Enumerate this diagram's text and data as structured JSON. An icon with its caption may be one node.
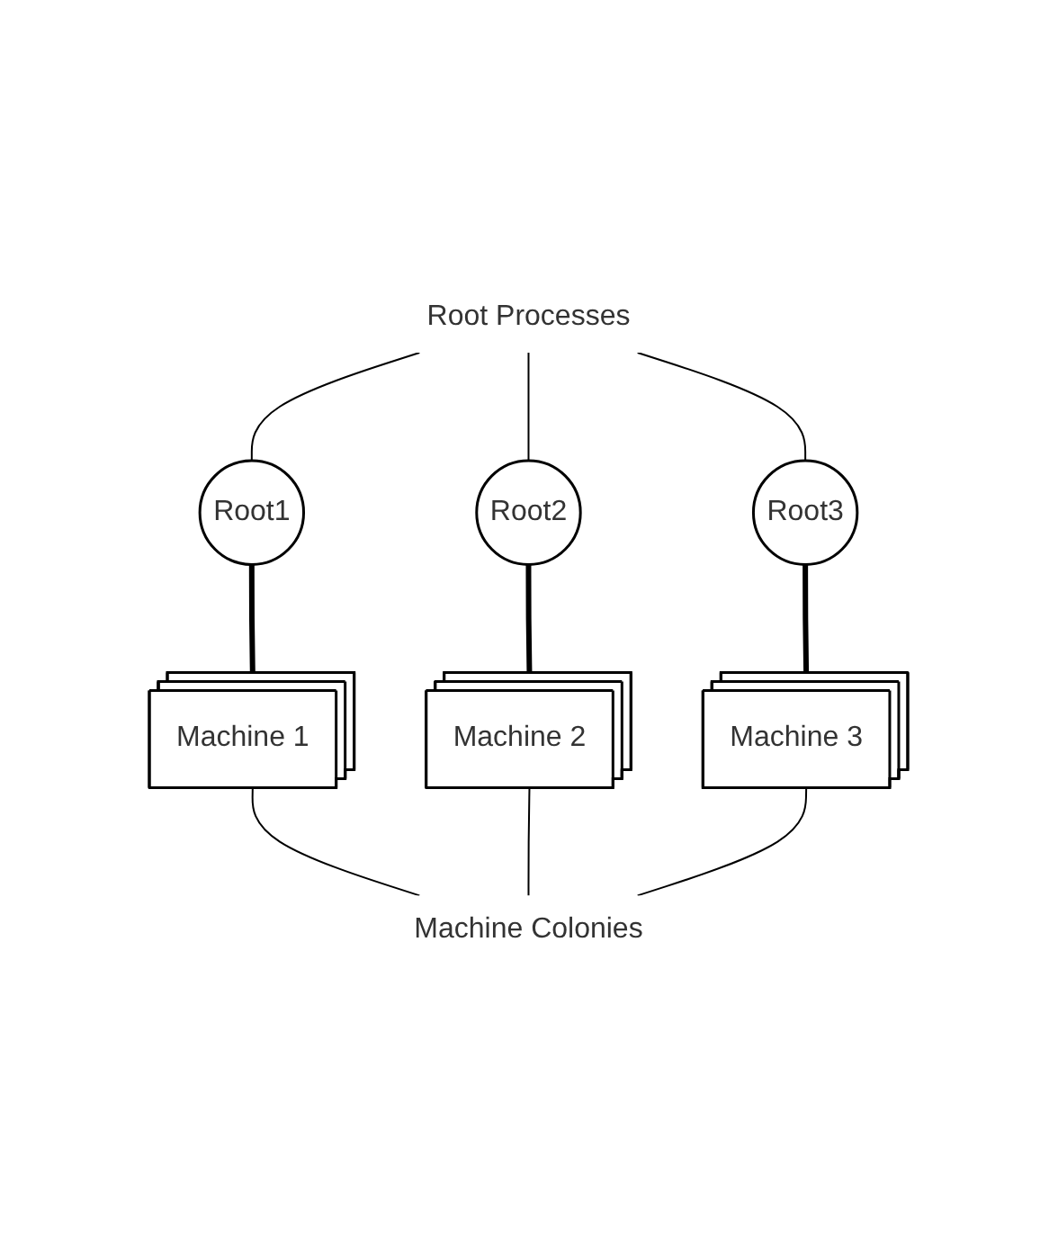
{
  "diagram": {
    "nodes": [
      {
        "text": [
          "Root Processes"
        ]
      },
      {
        "text": [
          "Root1"
        ]
      },
      {
        "text": [
          "Root2"
        ]
      },
      {
        "text": [
          "Root3"
        ]
      },
      {
        "text": [
          "Machine 1"
        ]
      },
      {
        "text": [
          "Machine 2"
        ]
      },
      {
        "text": [
          "Machine 3"
        ]
      },
      {
        "text": [
          "Machine Colonies"
        ]
      }
    ],
    "edges": [
      {
        "from": 0,
        "to": 1,
        "arrow": "none"
      },
      {
        "from": 0,
        "to": 2,
        "arrow": "none"
      },
      {
        "from": 0,
        "to": 3,
        "arrow": "none"
      },
      {
        "from": 1,
        "to": 4,
        "arrow": "none",
        "style": "thick"
      },
      {
        "from": 2,
        "to": 5,
        "arrow": "none",
        "style": "thick"
      },
      {
        "from": 3,
        "to": 6,
        "arrow": "none",
        "style": "thick"
      },
      {
        "from": 4,
        "to": 7,
        "arrow": "none"
      },
      {
        "from": 5,
        "to": 7,
        "arrow": "none"
      },
      {
        "from": 6,
        "to": 7,
        "arrow": "none"
      }
    ]
  }
}
